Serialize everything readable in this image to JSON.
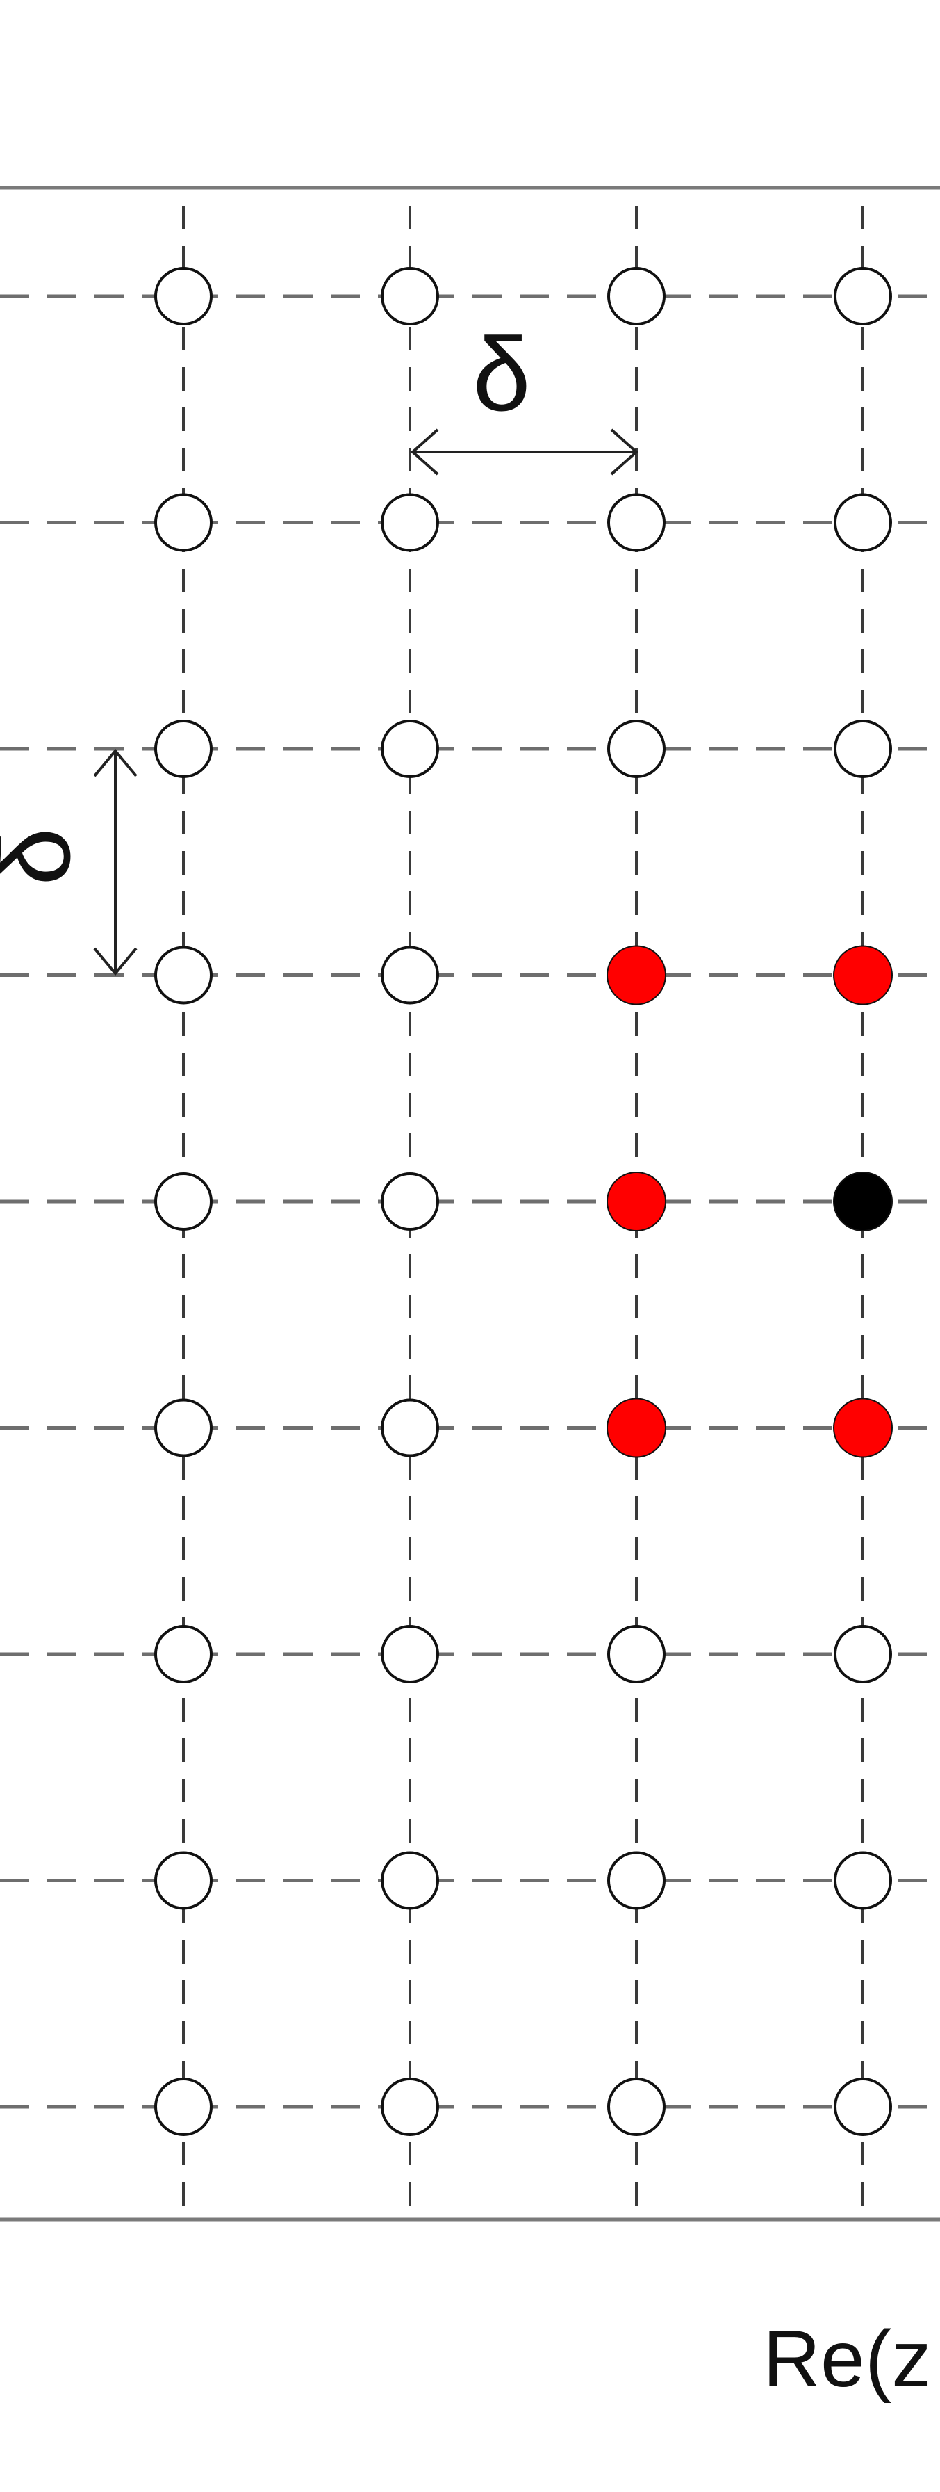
{
  "labels": {
    "delta_horizontal": "δ",
    "delta_vertical": "δ",
    "axis_label": "Re(z"
  },
  "grid": {
    "columns": 4,
    "rows": 9,
    "highlighted_points": [
      {
        "col": 3,
        "row": 4,
        "state": "red"
      },
      {
        "col": 4,
        "row": 4,
        "state": "red"
      },
      {
        "col": 3,
        "row": 5,
        "state": "red"
      },
      {
        "col": 4,
        "row": 5,
        "state": "black"
      },
      {
        "col": 3,
        "row": 6,
        "state": "red"
      },
      {
        "col": 4,
        "row": 6,
        "state": "red"
      }
    ]
  },
  "colors": {
    "red": "#ff0000",
    "black": "#000000",
    "open": "#ffffff",
    "stroke": "#111111"
  }
}
